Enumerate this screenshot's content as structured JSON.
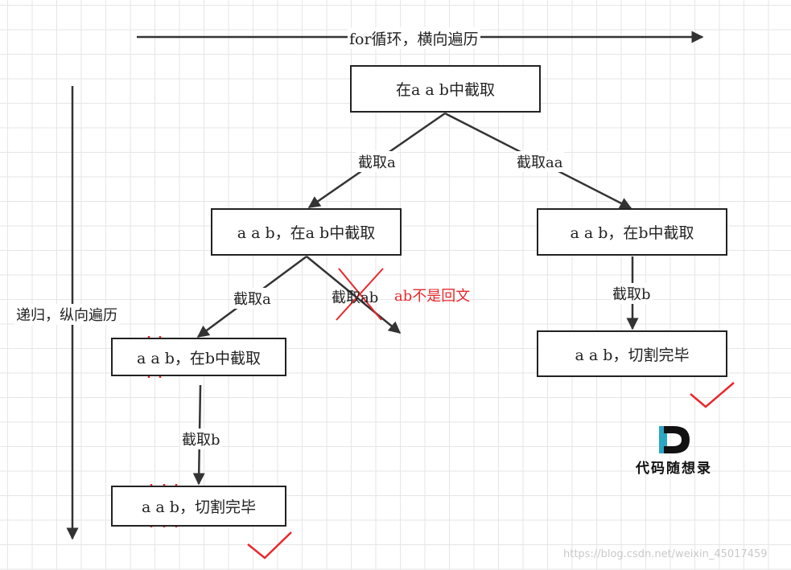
{
  "colors": {
    "line": "#333333",
    "red": "#e8282b",
    "check": "#e8282b",
    "logo_blue": "#2aa7c4"
  },
  "top_axis": {
    "label": "for循环，横向遍历"
  },
  "left_axis": {
    "label": "递归，纵向遍历"
  },
  "nodes": {
    "root": "在a a b中截取",
    "level1_left": "a a b，在a b中截取",
    "level1_right": "a a b，在b中截取",
    "level2_left": "a a b，在b中截取",
    "level2_right": "a a b，切割完毕",
    "level3_left": "a a b，切割完毕"
  },
  "edges": {
    "root_left": "截取a",
    "root_right": "截取aa",
    "l1l_left": "截取a",
    "l1l_invalid": "截取ab",
    "l1r_down": "截取b",
    "l2l_down": "截取b"
  },
  "annotations": {
    "not_palindrome": "ab不是回文"
  },
  "logo": {
    "letter": "D",
    "text": "代码随想录"
  },
  "watermark": "https://blog.csdn.net/weixin_45017459"
}
